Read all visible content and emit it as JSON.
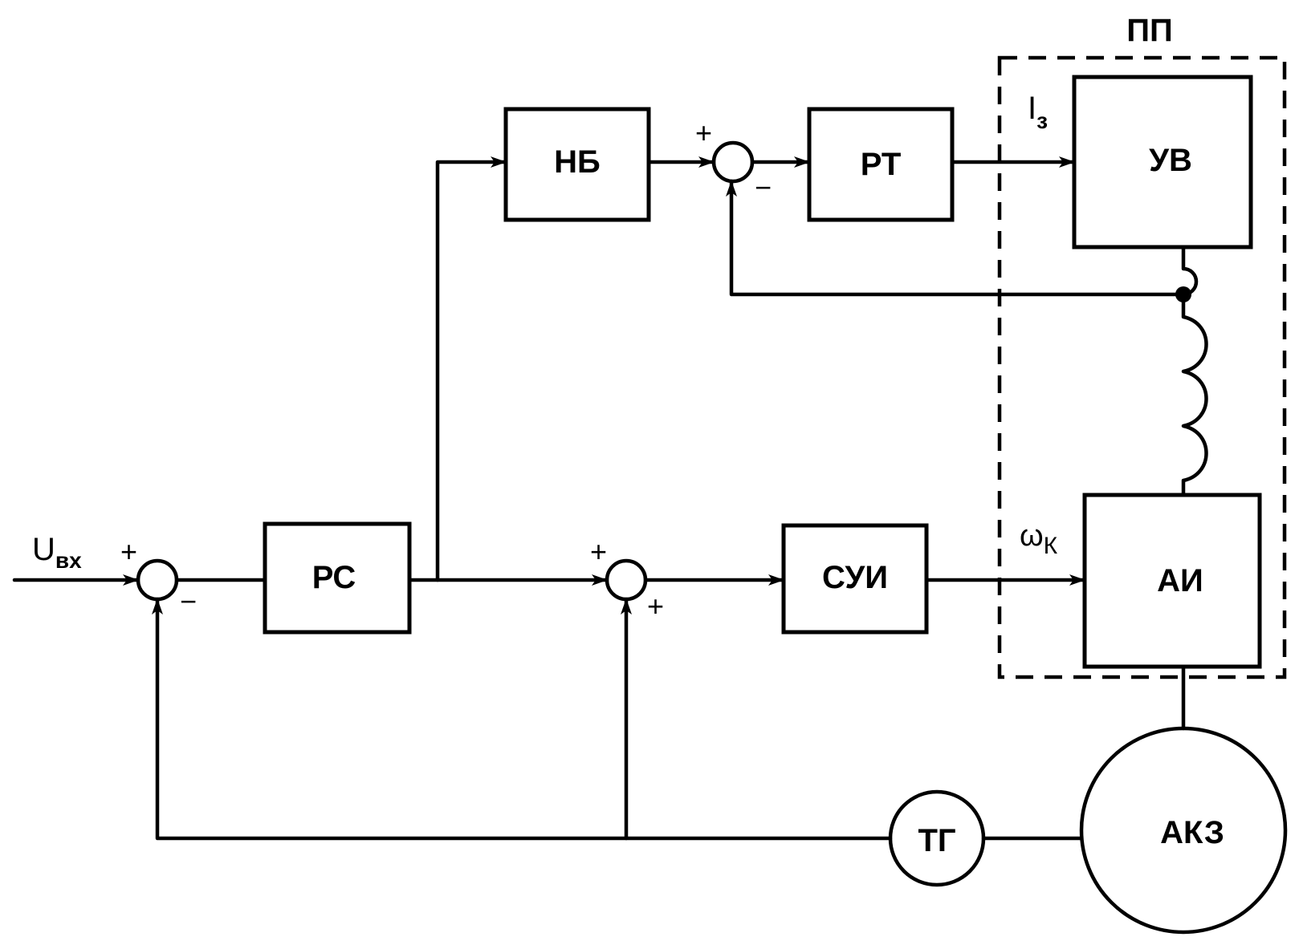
{
  "blocks": {
    "nb": "НБ",
    "rt": "РТ",
    "uv": "УВ",
    "rs": "РС",
    "sui": "СУИ",
    "ai": "АИ",
    "tg": "ТГ",
    "akz": "АКЗ"
  },
  "frame_label": "ПП",
  "signals": {
    "input_main": "U",
    "input_sub": "вх",
    "current_main": "I",
    "current_sub": "з",
    "freq_main": "ω",
    "freq_sub": "К"
  },
  "signs": {
    "plus": "+",
    "minus": "−"
  }
}
